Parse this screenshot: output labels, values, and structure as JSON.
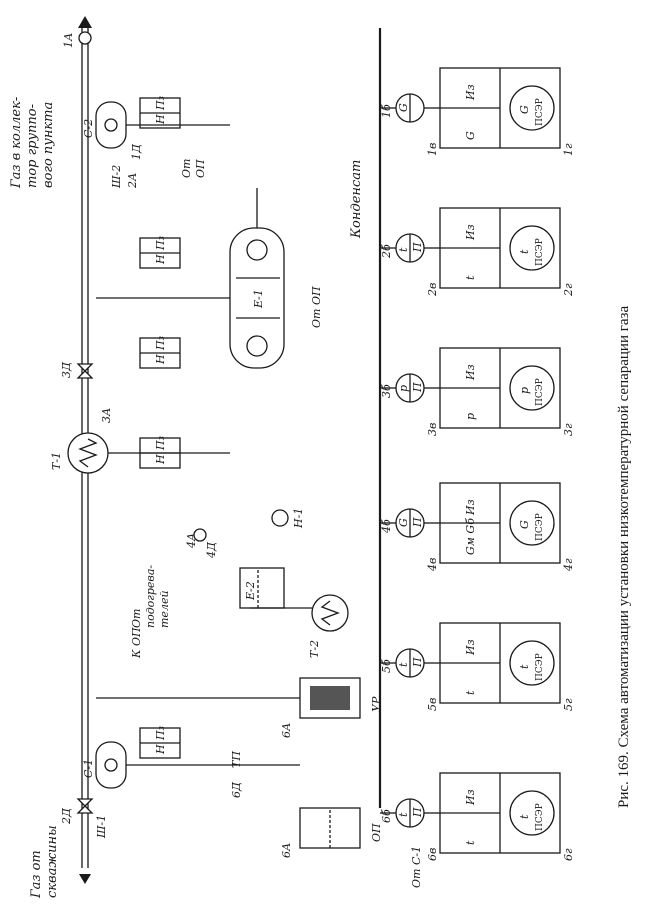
{
  "caption": "Рис. 169. Схема автоматизации установки низкотемпературной сепарации газа",
  "inlet": {
    "line1": "Газ от",
    "line2": "скважины"
  },
  "outlet": {
    "line1": "Газ в коллек-",
    "line2": "тор группо-",
    "line3": "вого пункта"
  },
  "other_labels": {
    "from_heaters_1": "От",
    "from_heaters_2": "подогрева-",
    "from_heaters_3": "телей",
    "k_op": "К ОП",
    "condensate": "Конденсат",
    "ot_op_1": "От ОП",
    "ot_op_2a": "От",
    "ot_op_2b": "ОП",
    "ot_c1": "От С-1",
    "op": "ОП",
    "ur": "УР"
  },
  "equipment": {
    "c1": "С-1",
    "c2": "С-2",
    "t1": "Т-1",
    "t2": "Т-2",
    "e1": "Е-1",
    "e2": "Е-2",
    "h1": "Н-1",
    "sh1": "Ш-1",
    "sh2": "Ш-2",
    "tp": "ТП"
  },
  "actuators": [
    "1А",
    "2А",
    "3А",
    "4А",
    "6А",
    "6А",
    "1Д",
    "2Д",
    "3Д",
    "4Д",
    "6Д"
  ],
  "level_units": [
    {
      "h": "Н",
      "p": "П₃"
    },
    {
      "h": "Н",
      "p": "П₃"
    },
    {
      "h": "Н",
      "p": "П₃"
    },
    {
      "h": "Н",
      "p": "П₃"
    },
    {
      "h": "Н",
      "p": "П₃"
    }
  ],
  "sensors": [
    {
      "tag": "6б",
      "top": "t",
      "bot": "П"
    },
    {
      "tag": "5б",
      "top": "t",
      "bot": "П"
    },
    {
      "tag": "4б",
      "top": "G",
      "bot": "П"
    },
    {
      "tag": "3б",
      "top": "p",
      "bot": "П"
    },
    {
      "tag": "2б",
      "top": "t",
      "bot": "П"
    },
    {
      "tag": "1б",
      "top": "G",
      "bot": ""
    }
  ],
  "instruments": [
    {
      "vtag": "6в",
      "gtag": "6г",
      "var": "t",
      "imeas": "Из",
      "reg": "ПСЭР",
      "rvar": "t"
    },
    {
      "vtag": "5в",
      "gtag": "5г",
      "var": "t",
      "imeas": "Из",
      "reg": "ПСЭР",
      "rvar": "t"
    },
    {
      "vtag": "4в",
      "gtag": "4г",
      "var": "Gм Gб",
      "imeas": "Из",
      "reg": "ПСЭР",
      "rvar": "G"
    },
    {
      "vtag": "3в",
      "gtag": "3г",
      "var": "p",
      "imeas": "Из",
      "reg": "ПСЭР",
      "rvar": "p"
    },
    {
      "vtag": "2в",
      "gtag": "2г",
      "var": "t",
      "imeas": "Из",
      "reg": "ПСЭР",
      "rvar": "t"
    },
    {
      "vtag": "1в",
      "gtag": "1г",
      "var": "G",
      "imeas": "Из",
      "reg": "ПСЭР",
      "rvar": "G"
    }
  ]
}
